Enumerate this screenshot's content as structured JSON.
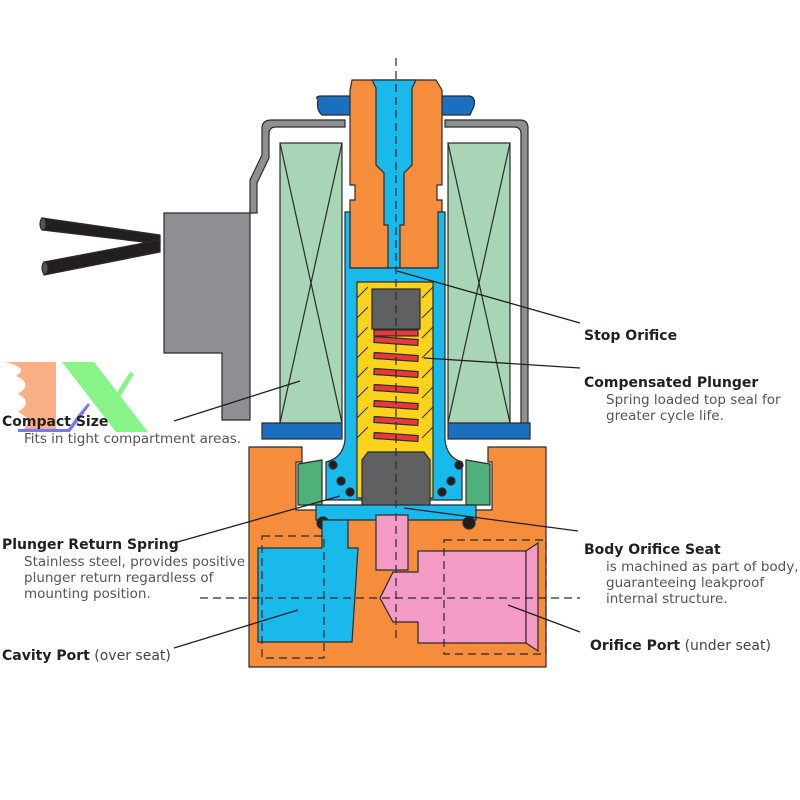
{
  "diagram": {
    "subject": "Solenoid valve cutaway",
    "colors": {
      "body": "#f58d3d",
      "fluid_cavity": "#19b9ec",
      "fluid_orifice": "#f39bc6",
      "coil": "#a8d5b5",
      "housing": "#8e8f92",
      "spring": "#e83a3a",
      "plunger_sleeve": "#fbd21c",
      "plunger_core": "#5f6062",
      "seal_blue": "#1b6fc0",
      "seal_green": "#4fb07a",
      "outline": "#2b2b2b"
    },
    "watermark_logo": "logo-mark"
  },
  "labels": {
    "stop_orifice": {
      "title": "Stop Orifice"
    },
    "compensated_plunger": {
      "title": "Compensated Plunger",
      "desc": [
        "Spring loaded top seal for",
        "greater cycle life."
      ]
    },
    "compact_size": {
      "title": "Compact Size",
      "desc": [
        "Fits in tight compartment areas."
      ]
    },
    "plunger_return_spring": {
      "title": "Plunger Return Spring",
      "desc": [
        "Stainless steel, provides positive",
        "plunger return regardless of",
        "mounting position."
      ]
    },
    "body_orifice_seat": {
      "title": "Body Orifice Seat",
      "desc": [
        "is machined as part of body,",
        "guaranteeing leakproof",
        "internal structure."
      ]
    },
    "cavity_port": {
      "title": "Cavity Port",
      "paren": "(over seat)"
    },
    "orifice_port": {
      "title": "Orifice Port",
      "paren": "(under seat)"
    }
  }
}
